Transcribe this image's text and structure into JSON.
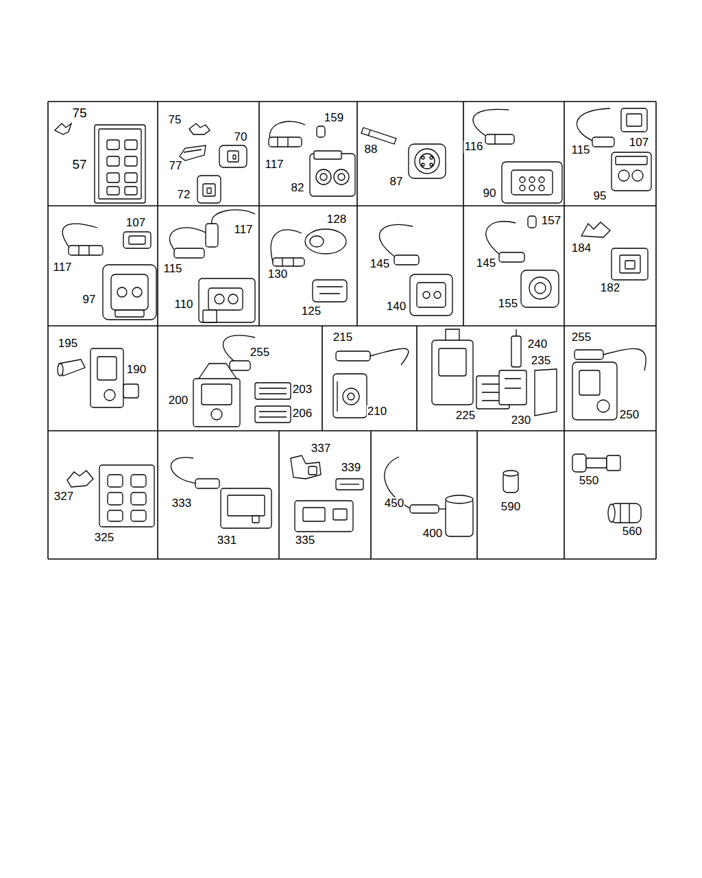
{
  "diagram": {
    "labels": [
      "75",
      "57",
      "75",
      "70",
      "77",
      "72",
      "159",
      "117",
      "82",
      "88",
      "87",
      "116",
      "90",
      "115",
      "107",
      "95",
      "107",
      "117",
      "97",
      "117",
      "115",
      "110",
      "128",
      "130",
      "125",
      "145",
      "140",
      "157",
      "145",
      "155",
      "184",
      "182",
      "195",
      "190",
      "255",
      "203",
      "200",
      "206",
      "215",
      "210",
      "240",
      "235",
      "225",
      "230",
      "255",
      "250",
      "327",
      "325",
      "333",
      "331",
      "337",
      "339",
      "335",
      "450",
      "400",
      "590",
      "550",
      "560"
    ]
  }
}
